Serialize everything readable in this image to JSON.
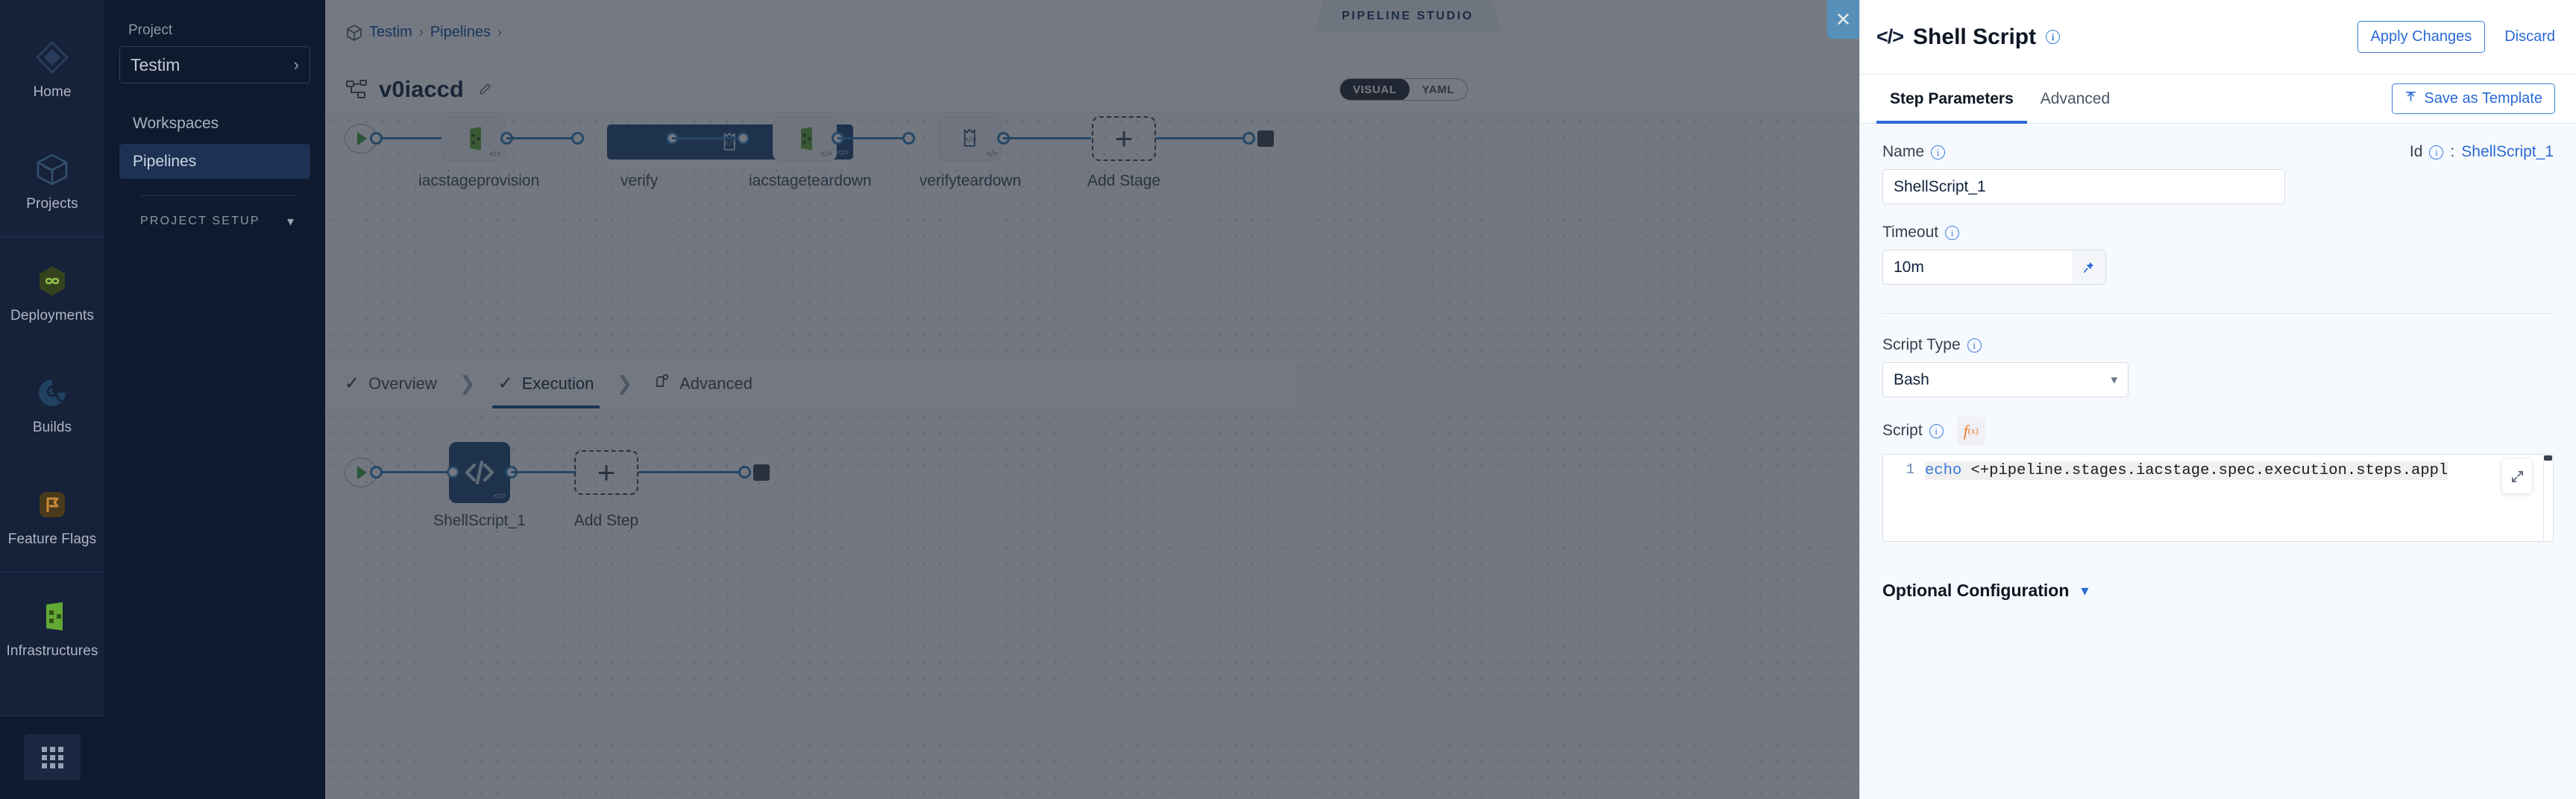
{
  "rail": {
    "items": [
      {
        "label": "Home",
        "icon": "home-diamond-icon"
      },
      {
        "label": "Projects",
        "icon": "cube-icon"
      },
      {
        "label": "Deployments",
        "icon": "infinity-hexagon-icon"
      },
      {
        "label": "Builds",
        "icon": "build-pie-icon"
      },
      {
        "label": "Feature Flags",
        "icon": "flag-icon"
      },
      {
        "label": "Infrastructures",
        "icon": "infrastructure-icon"
      }
    ],
    "bottom_icon": "app-grid-icon"
  },
  "sidebar": {
    "project_label": "Project",
    "project_name": "Testim",
    "items": [
      {
        "label": "Workspaces",
        "active": false
      },
      {
        "label": "Pipelines",
        "active": true
      }
    ],
    "setup_label": "PROJECT SETUP"
  },
  "topbar": {
    "breadcrumb": [
      "Testim",
      "Pipelines"
    ],
    "separator": "›",
    "studio_chip": "PIPELINE STUDIO",
    "close_label": "✕"
  },
  "subbar": {
    "pipeline_name": "v0iaccd",
    "view_toggle": {
      "options": [
        "VISUAL",
        "YAML"
      ],
      "selected": "VISUAL"
    }
  },
  "canvas": {
    "stages": [
      {
        "name": "iacstageprovision",
        "icon": "infrastructure-icon",
        "selected": false
      },
      {
        "name": "verify",
        "icon": "verify-icon",
        "selected": true
      },
      {
        "name": "iacstageteardown",
        "icon": "infrastructure-icon",
        "selected": false
      },
      {
        "name": "verifyteardown",
        "icon": "verify-icon",
        "selected": false
      }
    ],
    "add_stage_label": "Add Stage",
    "tabs": [
      {
        "label": "Overview",
        "icon": "check-icon",
        "active": false
      },
      {
        "label": "Execution",
        "icon": "check-icon",
        "active": true
      },
      {
        "label": "Advanced",
        "icon": "advanced-gear-icon",
        "active": false
      }
    ],
    "tab_separator": "❯",
    "steps": [
      {
        "name": "ShellScript_1",
        "icon": "code-icon",
        "selected": true
      }
    ],
    "add_step_label": "Add Step"
  },
  "panel": {
    "title": "Shell Script",
    "title_icon": "code-tag-icon",
    "apply_label": "Apply Changes",
    "discard_label": "Discard",
    "tabs": [
      {
        "label": "Step Parameters",
        "active": true
      },
      {
        "label": "Advanced",
        "active": false
      }
    ],
    "save_template_label": "Save as Template",
    "save_template_icon": "upload-template-icon",
    "name_label": "Name",
    "name_value": "ShellScript_1",
    "id_label": "Id",
    "id_separator": ":",
    "id_value": "ShellScript_1",
    "timeout_label": "Timeout",
    "timeout_value": "10m",
    "timeout_pin_icon": "pin-icon",
    "script_type_label": "Script Type",
    "script_type_value": "Bash",
    "script_label": "Script",
    "fx_label": "f",
    "fx_sub": "(x)",
    "code_line_number": "1",
    "code_keyword": "echo",
    "code_rest": " <+pipeline.stages.iacstage.spec.execution.steps.appl",
    "expand_icon": "expand-icon",
    "optional_config_label": "Optional Configuration"
  },
  "colors": {
    "accent_blue": "#2a6ad4",
    "node_selected": "#1b4272",
    "connector": "#2d7ab5",
    "rail_bg": "#16213a",
    "panel_bg": "#f6f9fd"
  }
}
